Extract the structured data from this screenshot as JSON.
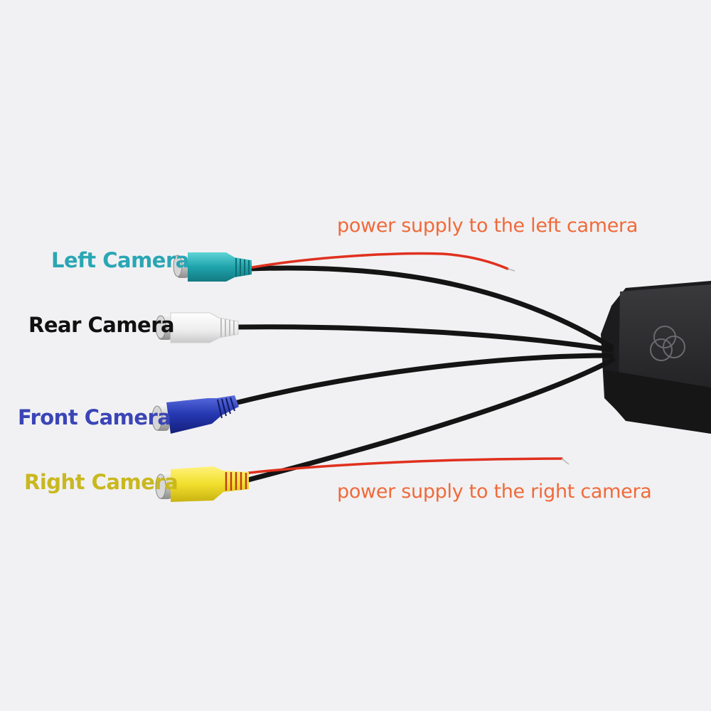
{
  "labels": {
    "left_camera": "Left Camera",
    "rear_camera": "Rear Camera",
    "front_camera": "Front Camera",
    "right_camera": "Right Camera"
  },
  "notes": {
    "left_power": "power supply to the left camera",
    "right_power": "power supply to the right camera"
  },
  "colors": {
    "background": "#f1f1f3",
    "left_camera": "#2aa6b4",
    "rear_camera": "#111111",
    "front_camera": "#3b45b6",
    "right_camera": "#c9b81f",
    "note": "#f06a3a",
    "cable": "#141414",
    "power_wire": "#e0301e",
    "connector_left": "#22a8b0",
    "connector_rear": "#f4f4f4",
    "connector_front": "#2a3fb4",
    "connector_right": "#f2e23a",
    "box": "#2a2a2c"
  },
  "icons": {
    "box_logo": "three-circles-logo-icon"
  }
}
